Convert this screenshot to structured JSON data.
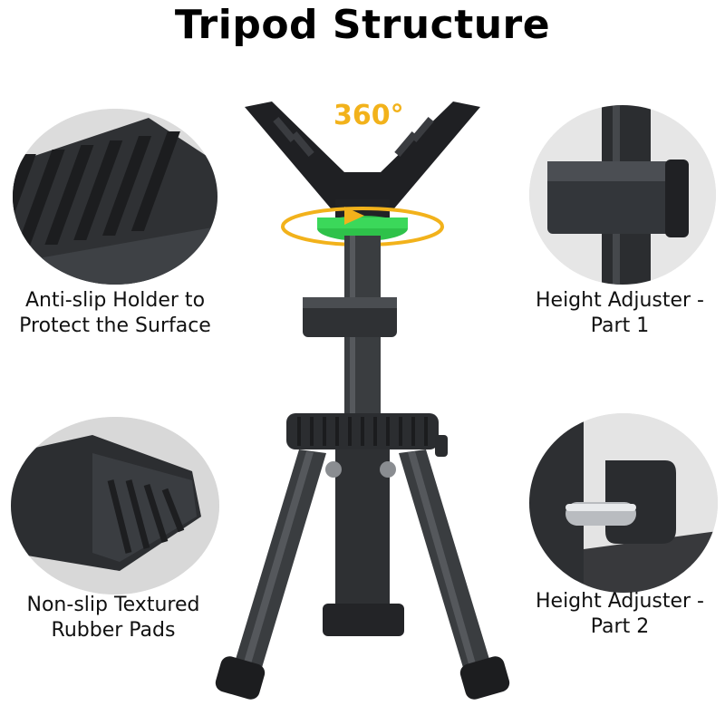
{
  "title": "Tripod Structure",
  "rotation_label": "360°",
  "callouts": {
    "top_left": {
      "line1": "Anti-slip Holder to",
      "line2": "Protect the Surface"
    },
    "top_right": {
      "line1": "Height Adjuster -",
      "line2": "Part 1"
    },
    "bottom_left": {
      "line1": "Non-slip Textured",
      "line2": "Rubber Pads"
    },
    "bottom_right": {
      "line1": "Height Adjuster -",
      "line2": "Part 2"
    }
  },
  "colors": {
    "accent_green": "#2ec24a",
    "arrow_yellow": "#f2b21b",
    "body": "#3a3d40"
  }
}
